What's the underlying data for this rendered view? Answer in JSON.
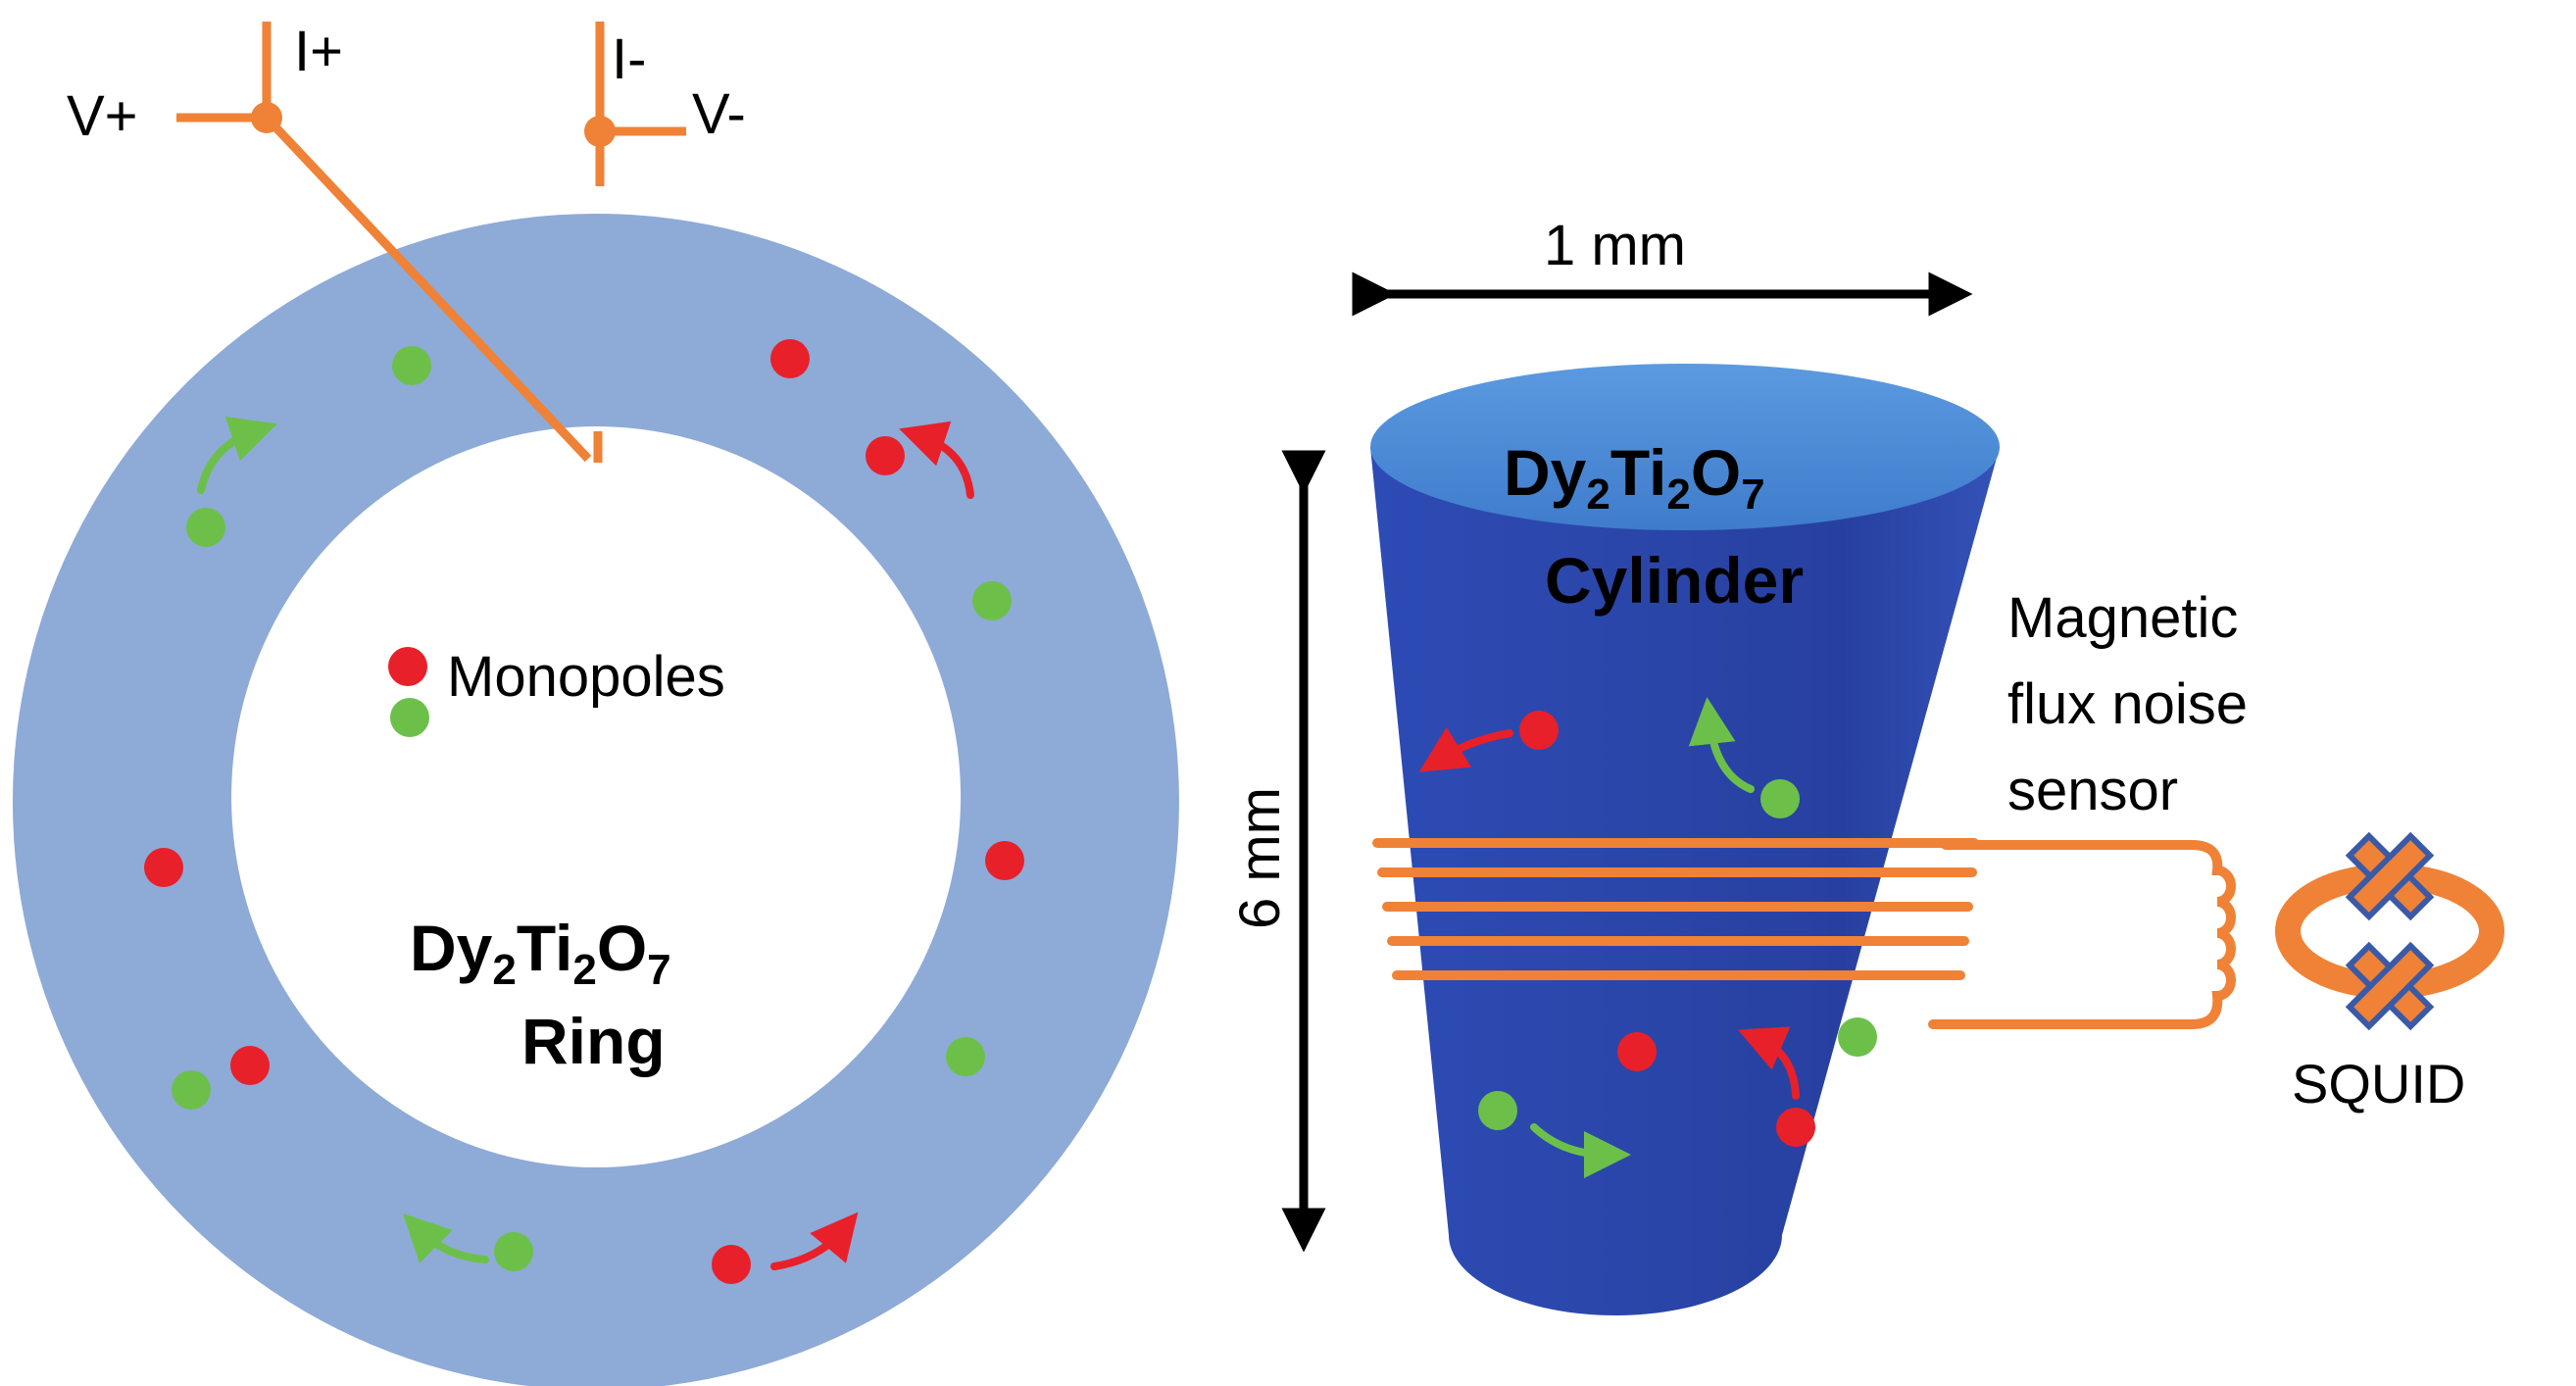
{
  "ring": {
    "terminals": {
      "i_plus": "I+",
      "i_minus": "I-",
      "v_plus": "V+",
      "v_minus": "V-"
    },
    "legend_label": "Monopoles",
    "material": {
      "main": "Dy",
      "sub1": "2",
      "mid": "Ti",
      "sub2": "2",
      "o": "O",
      "sub3": "7"
    },
    "name": "Ring"
  },
  "cylinder": {
    "width_label": "1 mm",
    "height_label": "6 mm",
    "material": {
      "main": "Dy",
      "sub1": "2",
      "mid": "Ti",
      "sub2": "2",
      "o": "O",
      "sub3": "7"
    },
    "name": "Cylinder"
  },
  "sensor": {
    "line1": "Magnetic",
    "line2": "flux noise",
    "line3": "sensor"
  },
  "squid": {
    "label": "SQUID"
  },
  "colors": {
    "ring_fill": "#8eaad7",
    "cylinder_top": "#4f8ed6",
    "cylinder_body": "#2a44a8",
    "wire": "#ef8236",
    "monopole_red": "#e8202a",
    "monopole_green": "#6cc04a",
    "squid_cross_outline": "#3a5aa8"
  }
}
